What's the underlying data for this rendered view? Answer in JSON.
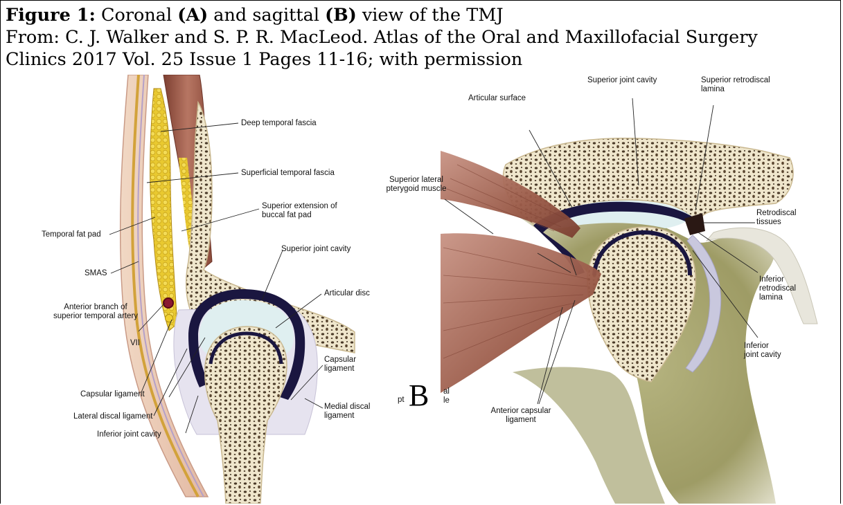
{
  "caption": {
    "figure_label": "Figure 1:",
    "part1": " Coronal ",
    "a_label": "(A)",
    "part2": " and sagittal ",
    "b_label": "(B)",
    "part3": " view of the TMJ",
    "line2": "From: C. J. Walker and S. P. R. MacLeod. Atlas of the Oral and Maxillofacial Surgery",
    "line3": "Clinics 2017 Vol. 25 Issue 1 Pages 11-16; with permission"
  },
  "coronal_labels": {
    "deep_temporal_fascia": "Deep temporal fascia",
    "superficial_temporal_fascia": "Superficial temporal fascia",
    "superior_extension_1": "Superior extension of",
    "superior_extension_2": "buccal fat pad",
    "temporal_fat_pad": "Temporal fat pad",
    "superior_joint_cavity": "Superior joint cavity",
    "smas": "SMAS",
    "articular_disc": "Articular disc",
    "anterior_branch_1": "Anterior branch of",
    "anterior_branch_2": "superior temporal artery",
    "vii": "VII",
    "capsular_ligament_r1": "Capsular",
    "capsular_ligament_r2": "ligament",
    "capsular_ligament_l": "Capsular ligament",
    "medial_discal_1": "Medial discal",
    "medial_discal_2": "ligament",
    "lateral_discal": "Lateral discal ligament",
    "inferior_joint_cavity": "Inferior joint cavity"
  },
  "sagittal_labels": {
    "superior_joint_cavity": "Superior joint cavity",
    "superior_retrodiscal_1": "Superior retrodiscal",
    "superior_retrodiscal_2": "lamina",
    "articular_surface": "Articular surface",
    "superior_lateral_1": "Superior lateral",
    "superior_lateral_2": "pterygoid muscle",
    "retrodiscal_1": "Retrodiscal",
    "retrodiscal_2": "tissues",
    "inferior_retrodiscal_1": "Inferior",
    "inferior_retrodiscal_2": "retrodiscal",
    "inferior_retrodiscal_3": "lamina",
    "inferior_joint_cavity_1": "Inferior",
    "inferior_joint_cavity_2": "joint cavity",
    "anterior_capsular_1": "Anterior capsular",
    "anterior_capsular_2": "ligament",
    "fragment_1a": "al",
    "fragment_1b": "le",
    "fragment_2": "pt"
  },
  "overlay_letter": "B",
  "colors": {
    "muscle": "#9a5a48",
    "bone": "#efe6cc",
    "bone_spots": "#4a3a28",
    "fat": "#e9c930",
    "disc": "#1a1640",
    "cavity": "#dfeff0",
    "soft_tissue": "#8d8a4a"
  }
}
